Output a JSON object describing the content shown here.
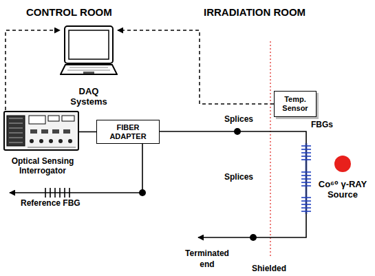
{
  "diagram": {
    "nodes": [
      {
        "text": [
          "DAQ Systems"
        ]
      },
      {
        "text": [
          "Optical Sensing Interrogator"
        ]
      },
      {
        "text": [
          "FIBER ADAPTER"
        ]
      },
      {
        "text": [
          "Temp. Sensor"
        ]
      },
      {
        "text": [
          "Co⁶⁰ γ-RAY Source"
        ]
      }
    ],
    "edges": [
      {
        "from": 1,
        "to": 0,
        "arrow": "to"
      },
      {
        "from": 3,
        "to": 0,
        "arrow": "to"
      },
      {
        "from": 1,
        "to": 2,
        "arrow": "none"
      }
    ],
    "labels": [
      "CONTROL ROOM",
      "IRRADIATION ROOM",
      "Splices",
      "Splices",
      "FBGs",
      "Reference FBG",
      "Terminated end",
      "Shielded"
    ]
  }
}
